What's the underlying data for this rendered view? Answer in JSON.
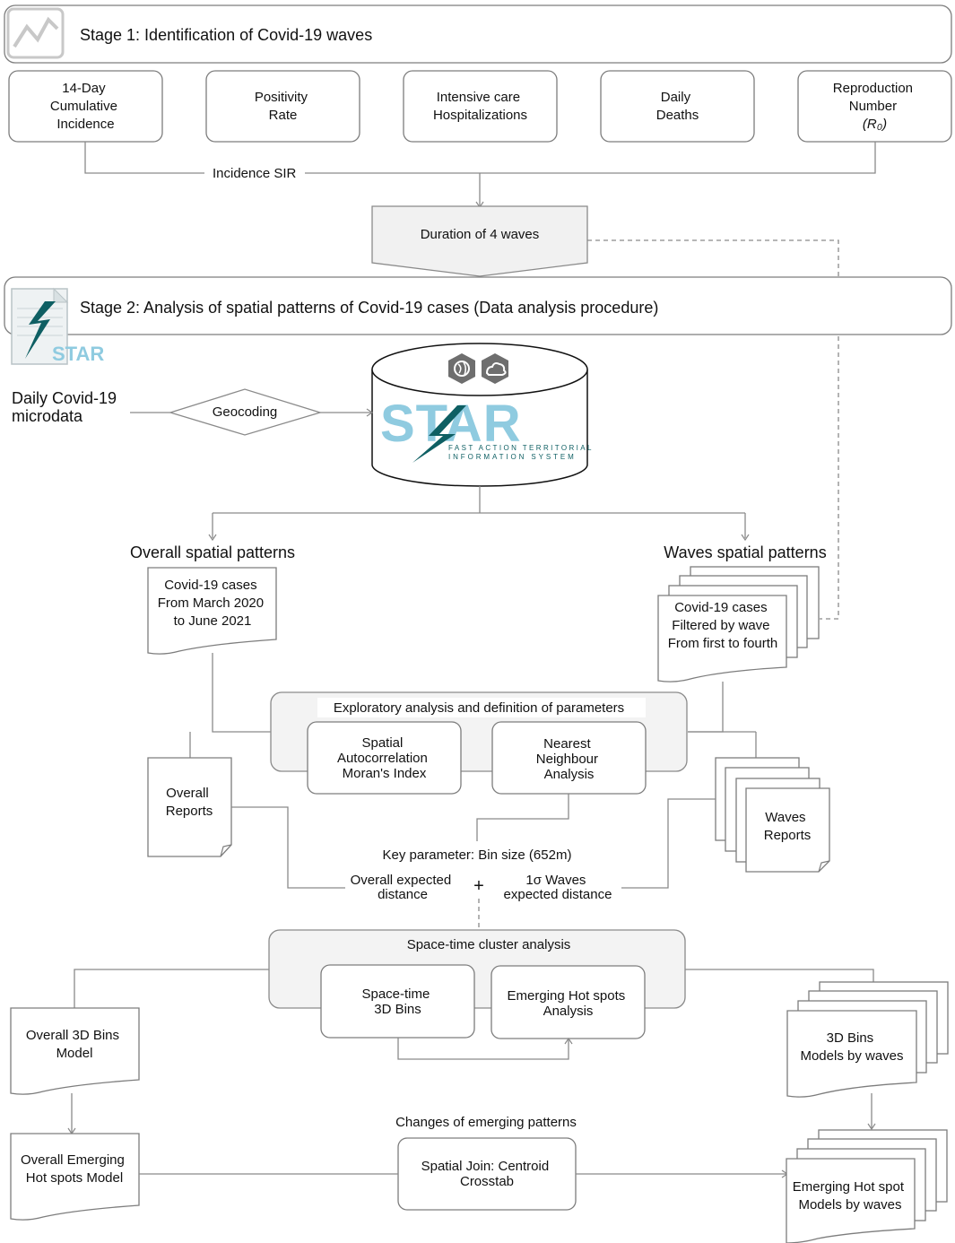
{
  "stage1": {
    "title": "Stage 1: Identification of Covid-19 waves"
  },
  "indicators": [
    {
      "lines": [
        "14-Day",
        "Cumulative",
        "Incidence"
      ]
    },
    {
      "lines": [
        "Positivity",
        "Rate"
      ]
    },
    {
      "lines": [
        "Intensive care",
        "Hospitalizations"
      ]
    },
    {
      "lines": [
        "Daily",
        "Deaths"
      ]
    },
    {
      "lines": [
        "Reproduction",
        "Number",
        "(R₀)"
      ]
    }
  ],
  "incidence_sir": "Incidence SIR",
  "duration": "Duration of 4 waves",
  "stage2": {
    "title": "Stage 2: Analysis of spatial patterns of Covid-19 cases (Data analysis procedure)"
  },
  "logo": {
    "small": "STAR",
    "big": "STAR",
    "sub1": "FAST ACTION TERRITORIAL",
    "sub2": "INFORMATION SYSTEM"
  },
  "microdata": {
    "lines": [
      "Daily Covid-19",
      "microdata"
    ]
  },
  "geocoding": "Geocoding",
  "overall_patterns": "Overall spatial patterns",
  "waves_patterns": "Waves spatial patterns",
  "overall_cases": {
    "lines": [
      "Covid-19 cases",
      "From March 2020",
      "to June 2021"
    ]
  },
  "waves_cases": {
    "lines": [
      "Covid-19 cases",
      "Filtered by wave",
      "From first to fourth"
    ]
  },
  "exploratory": {
    "title": "Exploratory analysis and definition of parameters",
    "spatial": [
      "Spatial",
      "Autocorrelation",
      "Moran's Index"
    ],
    "nearest": [
      "Nearest",
      "Neighbour",
      "Analysis"
    ]
  },
  "overall_reports": [
    "Overall",
    "Reports"
  ],
  "waves_reports": [
    "Waves",
    "Reports"
  ],
  "key_param": "Key parameter: Bin size (652m)",
  "overall_expected": [
    "Overall expected",
    "distance"
  ],
  "plus": "+",
  "waves_expected": [
    "1σ Waves",
    "expected distance"
  ],
  "spacetime": {
    "title": "Space-time cluster analysis",
    "bins": [
      "Space-time",
      "3D Bins"
    ],
    "ehs": [
      "Emerging Hot spots",
      "Analysis"
    ]
  },
  "overall_3d": [
    "Overall 3D Bins",
    "Model"
  ],
  "waves_3d": [
    "3D Bins",
    "Models by waves"
  ],
  "overall_emerging": [
    "Overall Emerging",
    "Hot spots Model"
  ],
  "waves_emerging": [
    "Emerging Hot spot",
    "Models by waves"
  ],
  "changes": "Changes of emerging patterns",
  "spatial_join": [
    "Spatial Join: Centroid",
    "Crosstab"
  ],
  "colors": {
    "teal": "#0e5f63",
    "light_blue": "#8fcbe0",
    "panel": "#f3f3f3",
    "stroke": "#8a8a8a"
  }
}
